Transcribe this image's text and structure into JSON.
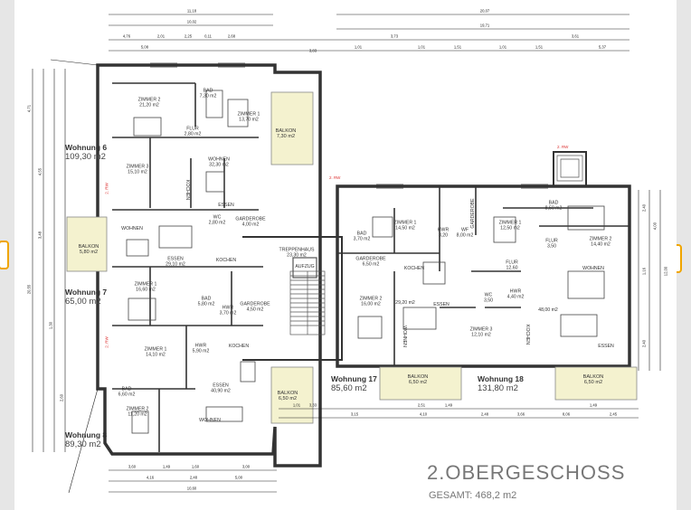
{
  "plan": {
    "floor_title": "2.OBERGESCHOSS",
    "total_label": "GESAMT:",
    "total_value": "468,2 m2"
  },
  "apartments": [
    {
      "title": "Wohnung 6",
      "area": "109,30 m2"
    },
    {
      "title": "Wohnung 7",
      "area": "65,00 m2"
    },
    {
      "title": "Wohnung 8",
      "area": "89,30 m2"
    },
    {
      "title": "Wohnung 17",
      "area": "85,60 m2"
    },
    {
      "title": "Wohnung 18",
      "area": "131,80 m2"
    }
  ],
  "rooms": [
    {
      "name": "ZIMMER 2",
      "area": "21,20 m2"
    },
    {
      "name": "BAD",
      "area": "7,30 m2"
    },
    {
      "name": "ZIMMER 1",
      "area": "13,70 m2"
    },
    {
      "name": "FLUR",
      "area": "2,80 m2"
    },
    {
      "name": "BALKON",
      "area": "7,30 m2"
    },
    {
      "name": "ZIMMER 3",
      "area": "15,10 m2"
    },
    {
      "name": "WOHNEN",
      "area": "32,30 m2"
    },
    {
      "name": "KOCHEN",
      "area": ""
    },
    {
      "name": "ESSEN",
      "area": ""
    },
    {
      "name": "WC",
      "area": "2,80 m2"
    },
    {
      "name": "GARDEROBE",
      "area": "4,00 m2"
    },
    {
      "name": "WOHNEN",
      "area": ""
    },
    {
      "name": "BALKON",
      "area": "5,80 m2"
    },
    {
      "name": "ESSEN",
      "area": "29,10 m2"
    },
    {
      "name": "KOCHEN",
      "area": ""
    },
    {
      "name": "TREPPENHAUS",
      "area": "23,30 m2"
    },
    {
      "name": "AUFZUG",
      "area": ""
    },
    {
      "name": "ZIMMER 1",
      "area": "16,60 m2"
    },
    {
      "name": "BAD",
      "area": "5,80 m2"
    },
    {
      "name": "HWR",
      "area": "3,70 m2"
    },
    {
      "name": "GARDEROBE",
      "area": "4,50 m2"
    },
    {
      "name": "ZIMMER 1",
      "area": "14,10 m2"
    },
    {
      "name": "HWR",
      "area": "5,90 m2"
    },
    {
      "name": "KOCHEN",
      "area": ""
    },
    {
      "name": "BAD",
      "area": "6,60 m2"
    },
    {
      "name": "ESSEN",
      "area": "40,90 m2"
    },
    {
      "name": "ZIMMER 2",
      "area": "11,20 m2"
    },
    {
      "name": "WOHNEN",
      "area": ""
    },
    {
      "name": "BALKON",
      "area": "6,50 m2"
    },
    {
      "name": "GARDEROBE",
      "area": "6,50 m2"
    },
    {
      "name": "BAD",
      "area": "3,70 m2"
    },
    {
      "name": "ZIMMER 1",
      "area": "14,50 m2"
    },
    {
      "name": "HWR",
      "area": "3,20"
    },
    {
      "name": "KOCHEN",
      "area": ""
    },
    {
      "name": "ZIMMER 2",
      "area": "16,00 m2"
    },
    {
      "name": "",
      "area": "29,20 m2"
    },
    {
      "name": "ESSEN",
      "area": ""
    },
    {
      "name": "WOHNEN",
      "area": ""
    },
    {
      "name": "BALKON",
      "area": "6,50 m2"
    },
    {
      "name": "WF",
      "area": "8,00 m2"
    },
    {
      "name": "GARDEROBE",
      "area": ""
    },
    {
      "name": "ZIMMER 1",
      "area": "12,50 m2"
    },
    {
      "name": "BAD",
      "area": "8,50 m2"
    },
    {
      "name": "ZIMMER 2",
      "area": "14,40 m2"
    },
    {
      "name": "FLUR",
      "area": "3,50"
    },
    {
      "name": "FLUR",
      "area": "12,60"
    },
    {
      "name": "WOHNEN",
      "area": ""
    },
    {
      "name": "WC",
      "area": "3,50"
    },
    {
      "name": "HWR",
      "area": "4,40 m2"
    },
    {
      "name": "",
      "area": "48,00 m2"
    },
    {
      "name": "ZIMMER 3",
      "area": "12,10 m2"
    },
    {
      "name": "KOCHEN",
      "area": ""
    },
    {
      "name": "ESSEN",
      "area": ""
    },
    {
      "name": "BALKON",
      "area": "6,50 m2"
    }
  ],
  "dims_top": [
    "11,18",
    "10,02",
    "20,07",
    "19,71",
    "4,76",
    "2,01",
    "2,25",
    "0,11",
    "2,68",
    "5,08",
    "3,83",
    "3,73",
    "3,61",
    "5,37",
    "1,01",
    "1,01",
    "1,51",
    "1,01",
    "1,51"
  ],
  "dims_bottom": [
    "3,60",
    "1,49",
    "1,60",
    "3,00",
    "4,16",
    "2,48",
    "5,00",
    "10,60",
    "3,33",
    "2,51",
    "1,49",
    "1,49",
    "3,15",
    "4,10",
    "2,48",
    "3,66",
    "8,06",
    "2,45",
    "1,01"
  ],
  "dims_left": [
    "4,71",
    "20,55",
    "4,55",
    "3,48",
    "1,30",
    "2,60"
  ],
  "dims_right": [
    "12,00",
    "4,00",
    "1,16",
    "2,40",
    "2,40"
  ],
  "markers": [
    "2. RW",
    "2. RW",
    "2. RW",
    "2. RW"
  ]
}
